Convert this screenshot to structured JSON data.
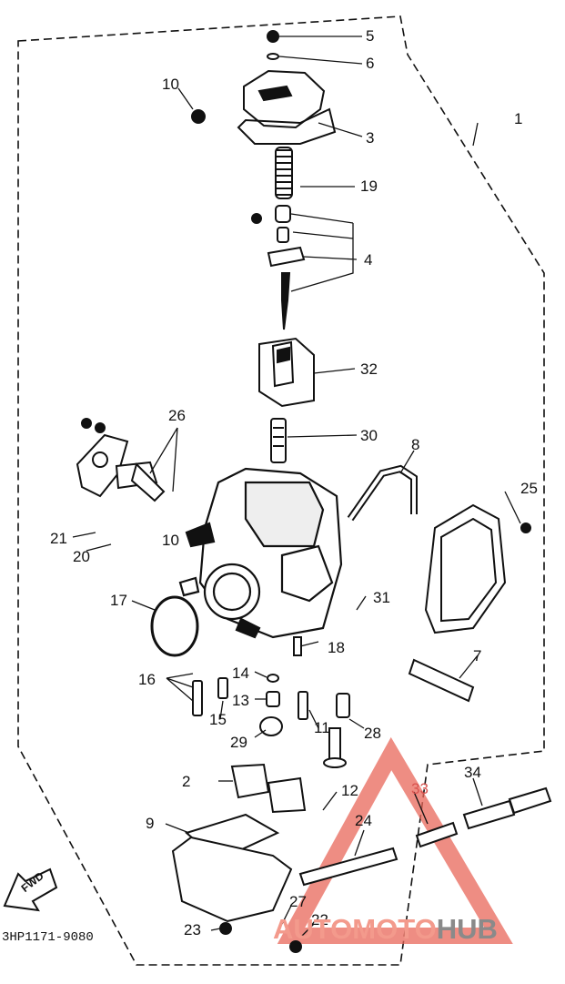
{
  "diagram": {
    "part_labels": [
      {
        "id": "5",
        "text": "5"
      },
      {
        "id": "6",
        "text": "6"
      },
      {
        "id": "10a",
        "text": "10"
      },
      {
        "id": "3",
        "text": "3"
      },
      {
        "id": "1",
        "text": "1"
      },
      {
        "id": "19",
        "text": "19"
      },
      {
        "id": "4",
        "text": "4"
      },
      {
        "id": "32",
        "text": "32"
      },
      {
        "id": "26",
        "text": "26"
      },
      {
        "id": "30",
        "text": "30"
      },
      {
        "id": "8",
        "text": "8"
      },
      {
        "id": "25",
        "text": "25"
      },
      {
        "id": "21",
        "text": "21"
      },
      {
        "id": "20",
        "text": "20"
      },
      {
        "id": "10b",
        "text": "10"
      },
      {
        "id": "31",
        "text": "31"
      },
      {
        "id": "17",
        "text": "17"
      },
      {
        "id": "7",
        "text": "7"
      },
      {
        "id": "18",
        "text": "18"
      },
      {
        "id": "16",
        "text": "16"
      },
      {
        "id": "14",
        "text": "14"
      },
      {
        "id": "13",
        "text": "13"
      },
      {
        "id": "15",
        "text": "15"
      },
      {
        "id": "11",
        "text": "11"
      },
      {
        "id": "28",
        "text": "28"
      },
      {
        "id": "29",
        "text": "29"
      },
      {
        "id": "2",
        "text": "2"
      },
      {
        "id": "12",
        "text": "12"
      },
      {
        "id": "34",
        "text": "34"
      },
      {
        "id": "33",
        "text": "33"
      },
      {
        "id": "9",
        "text": "9"
      },
      {
        "id": "24",
        "text": "24"
      },
      {
        "id": "27",
        "text": "27"
      },
      {
        "id": "22",
        "text": "22"
      },
      {
        "id": "23",
        "text": "23"
      }
    ],
    "direction_badge": "FWD",
    "drawing_code": "3HP1171-9080"
  },
  "watermark": {
    "part1": "AUTOMOTO",
    "part2": "HUB"
  },
  "colors": {
    "ink": "#111111",
    "watermark_red": "#e8675a",
    "watermark_gray": "#8a8a8a"
  }
}
